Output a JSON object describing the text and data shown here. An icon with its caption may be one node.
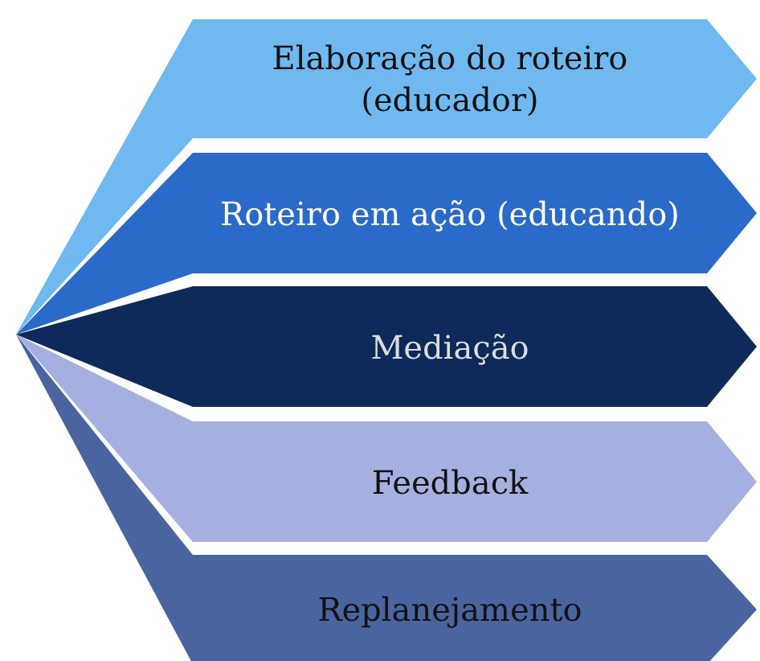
{
  "diagram": {
    "nodes": [
      {
        "text": [
          "Elaboração do roteiro (educador)"
        ]
      },
      {
        "text": [
          "Roteiro em ação (educando)"
        ]
      },
      {
        "text": [
          "Mediação"
        ]
      },
      {
        "text": [
          "Feedback"
        ]
      },
      {
        "text": [
          "Replanejamento"
        ]
      }
    ]
  }
}
